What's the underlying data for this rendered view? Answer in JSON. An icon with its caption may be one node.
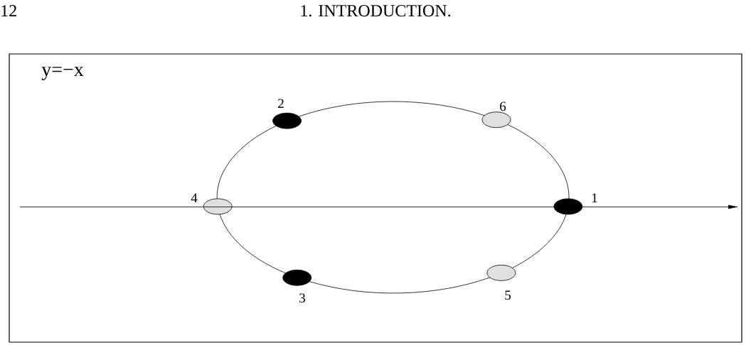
{
  "diagram": {
    "nodes": [
      {
        "text": [],
        "shape": "ellipse",
        "beside": [
          "2"
        ]
      },
      {
        "text": [],
        "shape": "ellipse",
        "beside": [
          "6"
        ]
      },
      {
        "text": [],
        "shape": "ellipse",
        "beside": [
          "4"
        ]
      },
      {
        "text": [],
        "shape": "ellipse",
        "beside": [
          "1"
        ]
      },
      {
        "text": [],
        "shape": "ellipse",
        "beside": [
          "3"
        ]
      },
      {
        "text": [],
        "shape": "ellipse",
        "beside": [
          "5"
        ]
      }
    ],
    "edges": [
      {
        "from": 0,
        "to": 1,
        "arrow": "none"
      },
      {
        "from": 1,
        "to": 3,
        "arrow": "none"
      },
      {
        "from": 3,
        "to": 5,
        "arrow": "none"
      },
      {
        "from": 5,
        "to": 4,
        "arrow": "none"
      },
      {
        "from": 4,
        "to": 2,
        "arrow": "none"
      },
      {
        "from": 2,
        "to": 0,
        "arrow": "none"
      }
    ],
    "labels": [
      "12",
      "1. INTRODUCTION.",
      "y=−x"
    ]
  }
}
